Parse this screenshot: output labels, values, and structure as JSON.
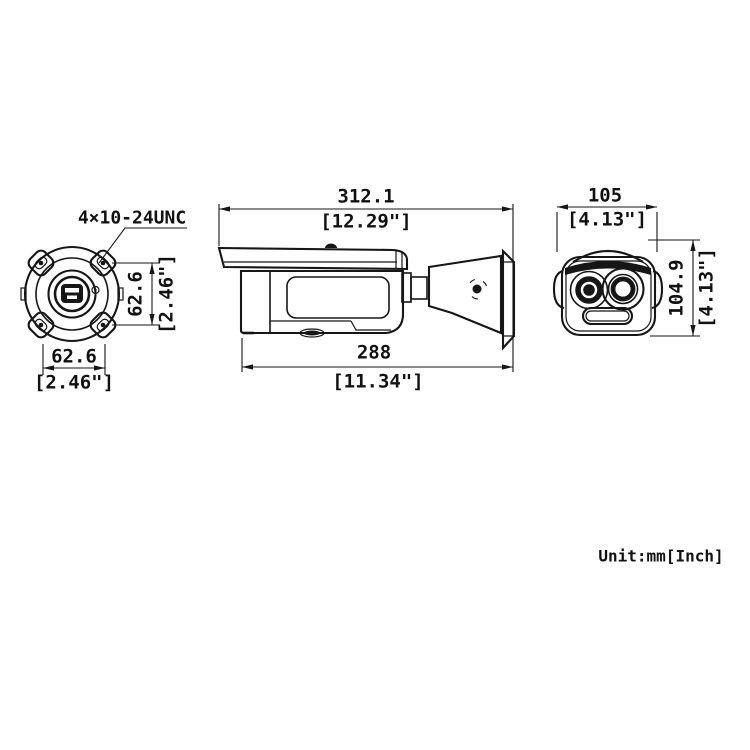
{
  "drawing": {
    "title": "camera-dimension-drawing",
    "unit_note": "Unit:mm[Inch]",
    "colors": {
      "line": "#161616",
      "background": "#ffffff"
    },
    "front_view": {
      "thread_label": "4×10-24UNC",
      "dim_bolt_vertical": {
        "mm": "62.6",
        "inch": "[2.46\"]"
      },
      "dim_bolt_horizontal": {
        "mm": "62.6",
        "inch": "[2.46\"]"
      }
    },
    "side_view": {
      "dim_total_length": {
        "mm": "312.1",
        "inch": "[12.29\"]"
      },
      "dim_body_length": {
        "mm": "288",
        "inch": "[11.34\"]"
      }
    },
    "face_view": {
      "dim_width": {
        "mm": "105",
        "inch": "[4.13\"]"
      },
      "dim_height": {
        "mm": "104.9",
        "inch": "[4.13\"]"
      }
    }
  }
}
